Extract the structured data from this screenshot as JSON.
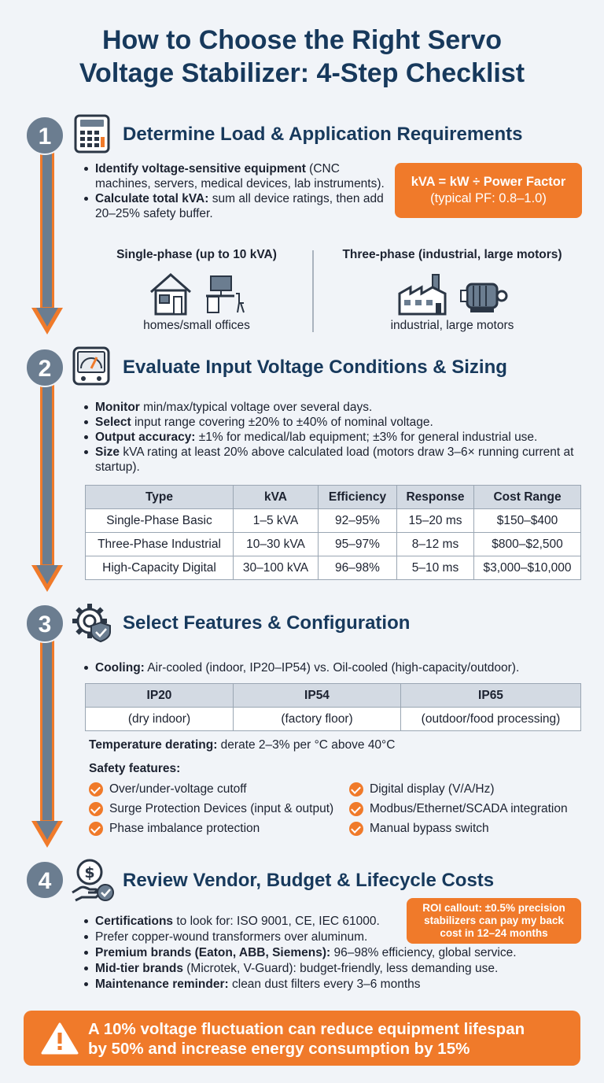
{
  "title": {
    "line1": "How to Choose the Right Servo",
    "line2": "Voltage Stabilizer: 4-Step Checklist"
  },
  "colors": {
    "accent": "#f07a2a",
    "navy": "#17395c",
    "slate": "#6b7d90"
  },
  "step1": {
    "number": "1",
    "icon": "calculator-icon",
    "title": "Determine Load & Application Requirements",
    "bullets": [
      {
        "bold": "Identify voltage-sensitive equipment",
        "rest": " (CNC machines, servers, medical devices, lab instruments)."
      },
      {
        "bold": "Calculate total kVA:",
        "rest": " sum all device ratings, then add 20–25% safety buffer."
      }
    ],
    "formula": {
      "line1": "kVA = kW ÷ Power Factor",
      "line2": "(typical PF: 0.8–1.0)"
    },
    "single_phase": {
      "title": "Single-phase (up to 10 kVA)",
      "caption": "homes/small offices"
    },
    "three_phase": {
      "title": "Three-phase (industrial, large motors)",
      "caption": "industrial, large motors"
    }
  },
  "step2": {
    "number": "2",
    "icon": "voltmeter-icon",
    "title": "Evaluate Input Voltage Conditions & Sizing",
    "bullets": [
      {
        "bold": "Monitor",
        "rest": " min/max/typical voltage over several days."
      },
      {
        "bold": "Select",
        "rest": " input range covering ±20% to ±40% of nominal voltage."
      },
      {
        "bold": "Output accuracy:",
        "rest": " ±1% for medical/lab equipment; ±3% for general industrial use."
      },
      {
        "bold": "Size",
        "rest": " kVA rating at least 20% above calculated load (motors draw 3–6× running current at startup)."
      }
    ],
    "table": {
      "headers": [
        "Type",
        "kVA",
        "Efficiency",
        "Response",
        "Cost Range"
      ],
      "rows": [
        [
          "Single-Phase Basic",
          "1–5 kVA",
          "92–95%",
          "15–20 ms",
          "$150–$400"
        ],
        [
          "Three-Phase Industrial",
          "10–30 kVA",
          "95–97%",
          "8–12 ms",
          "$800–$2,500"
        ],
        [
          "High-Capacity Digital",
          "30–100 kVA",
          "96–98%",
          "5–10 ms",
          "$3,000–$10,000"
        ]
      ]
    }
  },
  "step3": {
    "number": "3",
    "icon": "gear-shield-icon",
    "title": "Select Features & Configuration",
    "bullets": [
      {
        "bold": "Cooling:",
        "rest": " Air-cooled (indoor, IP20–IP54) vs. Oil-cooled (high-capacity/outdoor)."
      }
    ],
    "ip_table": {
      "headers": [
        "IP20",
        "IP54",
        "IP65"
      ],
      "values": [
        "(dry indoor)",
        "(factory floor)",
        "(outdoor/food processing)"
      ]
    },
    "derating": {
      "bold": "Temperature derating:",
      "rest": " derate 2–3% per °C above 40°C"
    },
    "safety_label": "Safety features:",
    "features_left": [
      "Over/under-voltage cutoff",
      "Surge Protection Devices (input & output)",
      "Phase imbalance protection"
    ],
    "features_right": [
      "Digital display (V/A/Hz)",
      "Modbus/Ethernet/SCADA integration",
      "Manual bypass switch"
    ]
  },
  "step4": {
    "number": "4",
    "icon": "money-hand-icon",
    "title": "Review Vendor, Budget & Lifecycle Costs",
    "bullets": [
      {
        "bold": "Certifications",
        "rest": " to look for: ISO 9001, CE, IEC 61000."
      },
      {
        "bold": "",
        "rest": "Prefer copper-wound transformers over aluminum."
      },
      {
        "bold": "Premium brands (Eaton, ABB, Siemens):",
        "rest": " 96–98% efficiency, global service."
      },
      {
        "bold": "Mid-tier brands",
        "rest": " (Microtek, V-Guard): budget-friendly, less demanding use."
      },
      {
        "bold": "Maintenance reminder:",
        "rest": " clean dust filters every 3–6 months"
      }
    ],
    "roi": "ROI callout: ±0.5% precision stabilizers can pay my back cost in 12–24 months"
  },
  "warning": {
    "icon": "warning-icon",
    "line1": "A 10% voltage fluctuation can reduce equipment lifespan",
    "line2": "by 50% and increase energy consumption by 15%"
  }
}
